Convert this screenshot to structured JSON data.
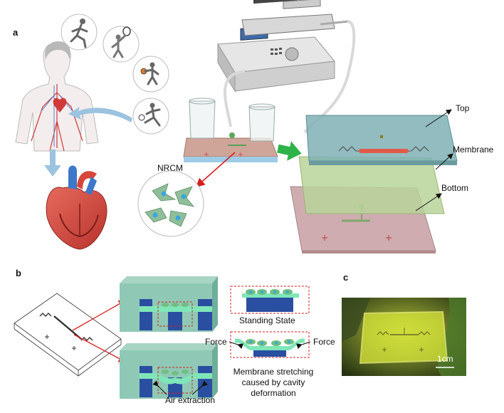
{
  "panels": {
    "a": "a",
    "b": "b",
    "c": "c"
  },
  "labels": {
    "top": "Top",
    "membrane": "Membrane",
    "bottom": "Bottom",
    "nrcm": "NRCM",
    "standing_state": "Standing State",
    "force_left": "Force",
    "force_right": "Force",
    "stretch_line1": "Membrane stretching",
    "stretch_line2": "caused by cavity",
    "stretch_line3": "deformation",
    "air_extraction": "Air extraction",
    "scale_bar": "1cm"
  },
  "colors": {
    "top_layer": "#7fb0b4",
    "membrane_layer": "#b9d39a",
    "bottom_layer": "#c9a3a6",
    "chip_block": "#8fc9b6",
    "chip_blue": "#2a4ea0",
    "arrow_red": "#d62020",
    "arrow_green": "#2db34a",
    "arrow_blue": "#9cc3e0",
    "glow_yellow": "#d8e83a"
  },
  "icons": [
    "running-person-icon",
    "tennis-player-icon",
    "basketball-player-icon",
    "soccer-player-icon",
    "human-body-icon",
    "heart-icon",
    "syringe-pump-icon",
    "beaker-icon",
    "cardiomyocyte-icon"
  ]
}
